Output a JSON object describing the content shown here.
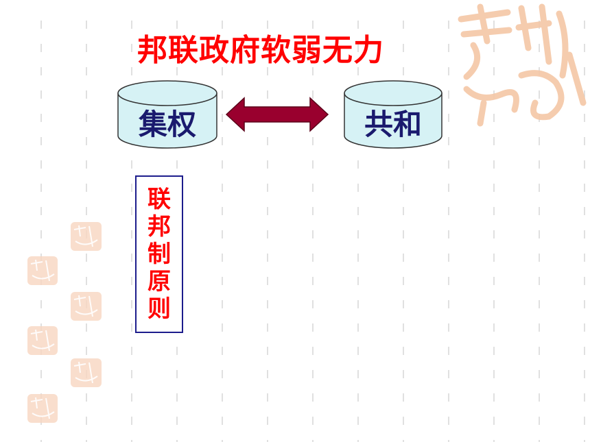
{
  "slide": {
    "title": "邦联政府软弱无力",
    "left_box": {
      "label": "集权"
    },
    "right_box": {
      "label": "共和"
    },
    "vertical_box": {
      "chars": [
        "联",
        "邦",
        "制",
        "原",
        "则"
      ]
    }
  },
  "colors": {
    "title": "#ff0000",
    "box_label": "#1a1a6e",
    "cylinder_fill": "#d6f2f5",
    "arrow_fill": "#99002e",
    "vbox_border": "#1c1c8c",
    "vbox_text": "#ff0000",
    "watermark": "#f4c7a6"
  },
  "decorations": {
    "watermark_icon": "seal-watermark-icon",
    "arrow_icon": "double-arrow-icon"
  }
}
